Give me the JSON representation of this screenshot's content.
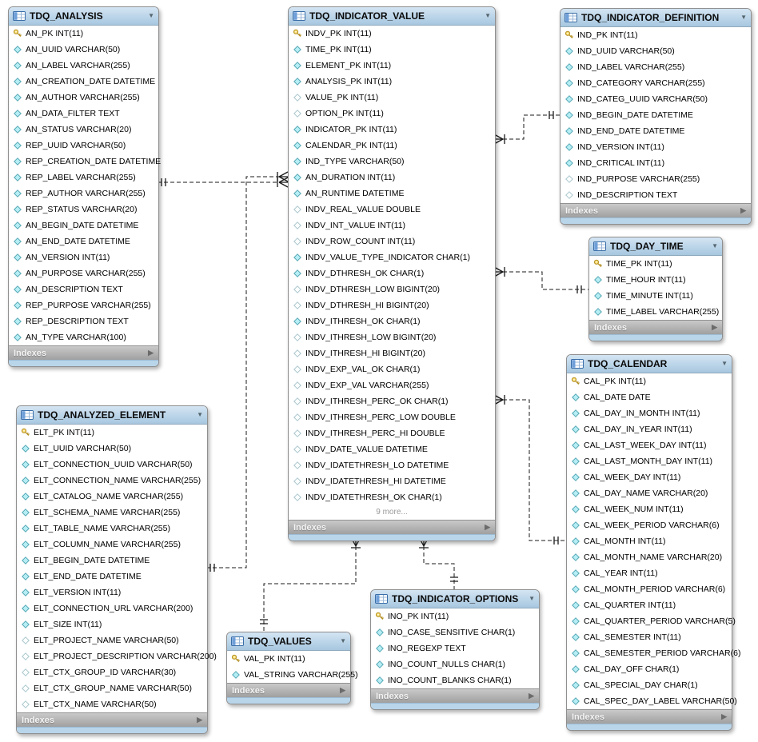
{
  "diagram": {
    "indexes_label": "Indexes",
    "collapse_glyph": "▼",
    "expand_glyph": "▶",
    "colors": {
      "header_blue_top": "#d4e5f3",
      "header_blue_bottom": "#a7c7e0",
      "footer_gray": "#b0b0b0",
      "bottom_strip_blue": "#b9d5ea",
      "key_yellow": "#f5d86a",
      "diamond_cyan": "#b6eef5",
      "relationship_line": "#1a1a1a"
    },
    "icons": [
      "table-icon",
      "key-icon",
      "column-required-icon",
      "column-nullable-icon",
      "collapse-arrow-icon",
      "expand-arrow-icon"
    ]
  },
  "tables": [
    {
      "id": "analysis",
      "name": "TDQ_ANALYSIS",
      "columns": [
        {
          "icon": "key",
          "text": "AN_PK INT(11)"
        },
        {
          "icon": "required",
          "text": "AN_UUID VARCHAR(50)"
        },
        {
          "icon": "required",
          "text": "AN_LABEL VARCHAR(255)"
        },
        {
          "icon": "required",
          "text": "AN_CREATION_DATE DATETIME"
        },
        {
          "icon": "required",
          "text": "AN_AUTHOR VARCHAR(255)"
        },
        {
          "icon": "required",
          "text": "AN_DATA_FILTER TEXT"
        },
        {
          "icon": "required",
          "text": "AN_STATUS VARCHAR(20)"
        },
        {
          "icon": "required",
          "text": "REP_UUID VARCHAR(50)"
        },
        {
          "icon": "required",
          "text": "REP_CREATION_DATE DATETIME"
        },
        {
          "icon": "required",
          "text": "REP_LABEL VARCHAR(255)"
        },
        {
          "icon": "required",
          "text": "REP_AUTHOR VARCHAR(255)"
        },
        {
          "icon": "required",
          "text": "REP_STATUS VARCHAR(20)"
        },
        {
          "icon": "required",
          "text": "AN_BEGIN_DATE DATETIME"
        },
        {
          "icon": "required",
          "text": "AN_END_DATE DATETIME"
        },
        {
          "icon": "required",
          "text": "AN_VERSION INT(11)"
        },
        {
          "icon": "required",
          "text": "AN_PURPOSE VARCHAR(255)"
        },
        {
          "icon": "required",
          "text": "AN_DESCRIPTION TEXT"
        },
        {
          "icon": "required",
          "text": "REP_PURPOSE VARCHAR(255)"
        },
        {
          "icon": "required",
          "text": "REP_DESCRIPTION TEXT"
        },
        {
          "icon": "required",
          "text": "AN_TYPE VARCHAR(100)"
        }
      ]
    },
    {
      "id": "indicator_value",
      "name": "TDQ_INDICATOR_VALUE",
      "more": "9 more...",
      "columns": [
        {
          "icon": "key",
          "text": "INDV_PK INT(11)"
        },
        {
          "icon": "required",
          "text": "TIME_PK INT(11)"
        },
        {
          "icon": "required",
          "text": "ELEMENT_PK INT(11)"
        },
        {
          "icon": "required",
          "text": "ANALYSIS_PK INT(11)"
        },
        {
          "icon": "nullable",
          "text": "VALUE_PK INT(11)"
        },
        {
          "icon": "nullable",
          "text": "OPTION_PK INT(11)"
        },
        {
          "icon": "required",
          "text": "INDICATOR_PK INT(11)"
        },
        {
          "icon": "required",
          "text": "CALENDAR_PK INT(11)"
        },
        {
          "icon": "required",
          "text": "IND_TYPE VARCHAR(50)"
        },
        {
          "icon": "required",
          "text": "AN_DURATION INT(11)"
        },
        {
          "icon": "required",
          "text": "AN_RUNTIME DATETIME"
        },
        {
          "icon": "nullable",
          "text": "INDV_REAL_VALUE DOUBLE"
        },
        {
          "icon": "nullable",
          "text": "INDV_INT_VALUE INT(11)"
        },
        {
          "icon": "nullable",
          "text": "INDV_ROW_COUNT INT(11)"
        },
        {
          "icon": "required",
          "text": "INDV_VALUE_TYPE_INDICATOR CHAR(1)"
        },
        {
          "icon": "required",
          "text": "INDV_DTHRESH_OK CHAR(1)"
        },
        {
          "icon": "nullable",
          "text": "INDV_DTHRESH_LOW BIGINT(20)"
        },
        {
          "icon": "nullable",
          "text": "INDV_DTHRESH_HI BIGINT(20)"
        },
        {
          "icon": "required",
          "text": "INDV_ITHRESH_OK CHAR(1)"
        },
        {
          "icon": "nullable",
          "text": "INDV_ITHRESH_LOW BIGINT(20)"
        },
        {
          "icon": "nullable",
          "text": "INDV_ITHRESH_HI BIGINT(20)"
        },
        {
          "icon": "nullable",
          "text": "INDV_EXP_VAL_OK CHAR(1)"
        },
        {
          "icon": "nullable",
          "text": "INDV_EXP_VAL VARCHAR(255)"
        },
        {
          "icon": "nullable",
          "text": "INDV_ITHRESH_PERC_OK CHAR(1)"
        },
        {
          "icon": "nullable",
          "text": "INDV_ITHRESH_PERC_LOW DOUBLE"
        },
        {
          "icon": "nullable",
          "text": "INDV_ITHRESH_PERC_HI DOUBLE"
        },
        {
          "icon": "nullable",
          "text": "INDV_DATE_VALUE DATETIME"
        },
        {
          "icon": "nullable",
          "text": "INDV_IDATETHRESH_LO DATETIME"
        },
        {
          "icon": "nullable",
          "text": "INDV_IDATETHRESH_HI DATETIME"
        },
        {
          "icon": "nullable",
          "text": "INDV_IDATETHRESH_OK CHAR(1)"
        }
      ]
    },
    {
      "id": "indicator_definition",
      "name": "TDQ_INDICATOR_DEFINITION",
      "columns": [
        {
          "icon": "key",
          "text": "IND_PK INT(11)"
        },
        {
          "icon": "required",
          "text": "IND_UUID VARCHAR(50)"
        },
        {
          "icon": "required",
          "text": "IND_LABEL VARCHAR(255)"
        },
        {
          "icon": "required",
          "text": "IND_CATEGORY VARCHAR(255)"
        },
        {
          "icon": "required",
          "text": "IND_CATEG_UUID VARCHAR(50)"
        },
        {
          "icon": "required",
          "text": "IND_BEGIN_DATE DATETIME"
        },
        {
          "icon": "required",
          "text": "IND_END_DATE DATETIME"
        },
        {
          "icon": "required",
          "text": "IND_VERSION INT(11)"
        },
        {
          "icon": "required",
          "text": "IND_CRITICAL INT(11)"
        },
        {
          "icon": "nullable",
          "text": "IND_PURPOSE VARCHAR(255)"
        },
        {
          "icon": "nullable",
          "text": "IND_DESCRIPTION TEXT"
        }
      ]
    },
    {
      "id": "day_time",
      "name": "TDQ_DAY_TIME",
      "columns": [
        {
          "icon": "key",
          "text": "TIME_PK INT(11)"
        },
        {
          "icon": "required",
          "text": "TIME_HOUR INT(11)"
        },
        {
          "icon": "required",
          "text": "TIME_MINUTE INT(11)"
        },
        {
          "icon": "required",
          "text": "TIME_LABEL VARCHAR(255)"
        }
      ]
    },
    {
      "id": "calendar",
      "name": "TDQ_CALENDAR",
      "columns": [
        {
          "icon": "key",
          "text": "CAL_PK INT(11)"
        },
        {
          "icon": "required",
          "text": "CAL_DATE DATE"
        },
        {
          "icon": "required",
          "text": "CAL_DAY_IN_MONTH INT(11)"
        },
        {
          "icon": "required",
          "text": "CAL_DAY_IN_YEAR INT(11)"
        },
        {
          "icon": "required",
          "text": "CAL_LAST_WEEK_DAY INT(11)"
        },
        {
          "icon": "required",
          "text": "CAL_LAST_MONTH_DAY INT(11)"
        },
        {
          "icon": "required",
          "text": "CAL_WEEK_DAY INT(11)"
        },
        {
          "icon": "required",
          "text": "CAL_DAY_NAME VARCHAR(20)"
        },
        {
          "icon": "required",
          "text": "CAL_WEEK_NUM INT(11)"
        },
        {
          "icon": "required",
          "text": "CAL_WEEK_PERIOD VARCHAR(6)"
        },
        {
          "icon": "required",
          "text": "CAL_MONTH INT(11)"
        },
        {
          "icon": "required",
          "text": "CAL_MONTH_NAME VARCHAR(20)"
        },
        {
          "icon": "required",
          "text": "CAL_YEAR INT(11)"
        },
        {
          "icon": "required",
          "text": "CAL_MONTH_PERIOD VARCHAR(6)"
        },
        {
          "icon": "required",
          "text": "CAL_QUARTER INT(11)"
        },
        {
          "icon": "required",
          "text": "CAL_QUARTER_PERIOD VARCHAR(5)"
        },
        {
          "icon": "required",
          "text": "CAL_SEMESTER INT(11)"
        },
        {
          "icon": "required",
          "text": "CAL_SEMESTER_PERIOD VARCHAR(6)"
        },
        {
          "icon": "required",
          "text": "CAL_DAY_OFF CHAR(1)"
        },
        {
          "icon": "required",
          "text": "CAL_SPECIAL_DAY CHAR(1)"
        },
        {
          "icon": "required",
          "text": "CAL_SPEC_DAY_LABEL VARCHAR(50)"
        }
      ]
    },
    {
      "id": "analyzed_element",
      "name": "TDQ_ANALYZED_ELEMENT",
      "columns": [
        {
          "icon": "key",
          "text": "ELT_PK INT(11)"
        },
        {
          "icon": "required",
          "text": "ELT_UUID VARCHAR(50)"
        },
        {
          "icon": "required",
          "text": "ELT_CONNECTION_UUID VARCHAR(50)"
        },
        {
          "icon": "required",
          "text": "ELT_CONNECTION_NAME VARCHAR(255)"
        },
        {
          "icon": "required",
          "text": "ELT_CATALOG_NAME VARCHAR(255)"
        },
        {
          "icon": "required",
          "text": "ELT_SCHEMA_NAME VARCHAR(255)"
        },
        {
          "icon": "required",
          "text": "ELT_TABLE_NAME VARCHAR(255)"
        },
        {
          "icon": "required",
          "text": "ELT_COLUMN_NAME VARCHAR(255)"
        },
        {
          "icon": "required",
          "text": "ELT_BEGIN_DATE DATETIME"
        },
        {
          "icon": "required",
          "text": "ELT_END_DATE DATETIME"
        },
        {
          "icon": "required",
          "text": "ELT_VERSION INT(11)"
        },
        {
          "icon": "required",
          "text": "ELT_CONNECTION_URL VARCHAR(200)"
        },
        {
          "icon": "required",
          "text": "ELT_SIZE INT(11)"
        },
        {
          "icon": "nullable",
          "text": "ELT_PROJECT_NAME VARCHAR(50)"
        },
        {
          "icon": "nullable",
          "text": "ELT_PROJECT_DESCRIPTION VARCHAR(200)"
        },
        {
          "icon": "nullable",
          "text": "ELT_CTX_GROUP_ID VARCHAR(30)"
        },
        {
          "icon": "nullable",
          "text": "ELT_CTX_GROUP_NAME VARCHAR(50)"
        },
        {
          "icon": "nullable",
          "text": "ELT_CTX_NAME VARCHAR(50)"
        }
      ]
    },
    {
      "id": "values",
      "name": "TDQ_VALUES",
      "columns": [
        {
          "icon": "key",
          "text": "VAL_PK INT(11)"
        },
        {
          "icon": "required",
          "text": "VAL_STRING VARCHAR(255)"
        }
      ]
    },
    {
      "id": "indicator_options",
      "name": "TDQ_INDICATOR_OPTIONS",
      "columns": [
        {
          "icon": "key",
          "text": "INO_PK INT(11)"
        },
        {
          "icon": "required",
          "text": "INO_CASE_SENSITIVE CHAR(1)"
        },
        {
          "icon": "required",
          "text": "INO_REGEXP TEXT"
        },
        {
          "icon": "required",
          "text": "INO_COUNT_NULLS CHAR(1)"
        },
        {
          "icon": "required",
          "text": "INO_COUNT_BLANKS CHAR(1)"
        }
      ]
    }
  ],
  "relationships": [
    {
      "id": "analysis_value",
      "from": "TDQ_ANALYSIS",
      "to": "TDQ_INDICATOR_VALUE",
      "from_cardinality": "one",
      "to_cardinality": "many",
      "style": "dashed"
    },
    {
      "id": "element_value",
      "from": "TDQ_ANALYZED_ELEMENT",
      "to": "TDQ_INDICATOR_VALUE",
      "from_cardinality": "one",
      "to_cardinality": "many",
      "style": "dashed"
    },
    {
      "id": "definition_value",
      "from": "TDQ_INDICATOR_DEFINITION",
      "to": "TDQ_INDICATOR_VALUE",
      "from_cardinality": "one",
      "to_cardinality": "many",
      "style": "dashed"
    },
    {
      "id": "daytime_value",
      "from": "TDQ_DAY_TIME",
      "to": "TDQ_INDICATOR_VALUE",
      "from_cardinality": "one",
      "to_cardinality": "many",
      "style": "dashed"
    },
    {
      "id": "calendar_value",
      "from": "TDQ_CALENDAR",
      "to": "TDQ_INDICATOR_VALUE",
      "from_cardinality": "one",
      "to_cardinality": "many",
      "style": "dashed"
    },
    {
      "id": "values_value",
      "from": "TDQ_VALUES",
      "to": "TDQ_INDICATOR_VALUE",
      "from_cardinality": "one",
      "to_cardinality": "many",
      "style": "dashed"
    },
    {
      "id": "options_value",
      "from": "TDQ_INDICATOR_OPTIONS",
      "to": "TDQ_INDICATOR_VALUE",
      "from_cardinality": "one",
      "to_cardinality": "many",
      "style": "dashed"
    }
  ]
}
